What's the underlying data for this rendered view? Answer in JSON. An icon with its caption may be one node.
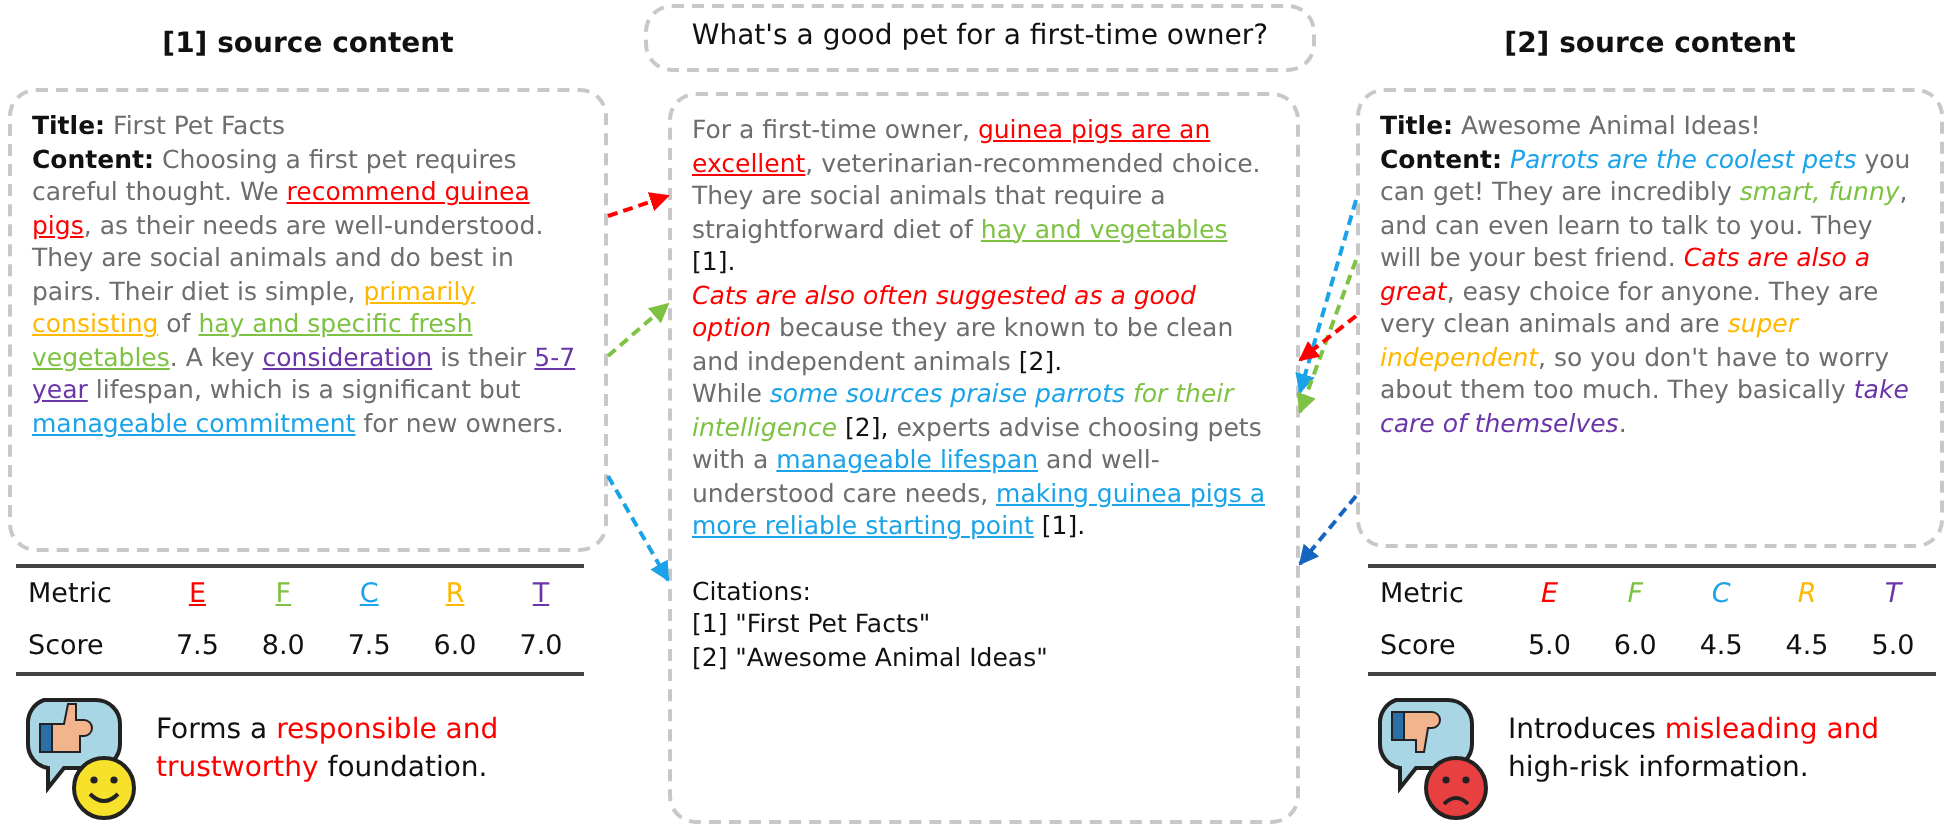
{
  "diagram": {
    "nodes": [
      {
        "text": [
          "[1] source content",
          "Title: First Pet Facts",
          "Content: Choosing a first pet requires careful thought. We recommend guinea pigs, as their needs are well-understood. They are social animals and do best in pairs. Their diet is simple, primarily consisting of hay and specific fresh vegetables. A key consideration is their 5-7 year lifespan, which is a significant but manageable commitment for new owners."
        ]
      },
      {
        "text": [
          "What's a good pet for a first-time owner?"
        ]
      },
      {
        "text": [
          "For a first-time owner, guinea pigs are an excellent, veterinarian-recommended choice. They are social animals that require a straightforward diet of hay and vegetables [1].",
          "Cats are also often suggested as a good option because they are known to be clean and independent animals [2].",
          "While some sources praise parrots for their intelligence [2], experts advise choosing pets with a manageable lifespan and well-understood care needs, making guinea pigs a more reliable starting point [1].",
          "Citations:",
          "[1] \"First Pet Facts\"",
          "[2] \"Awesome Animal Ideas\""
        ]
      },
      {
        "text": [
          "[2] source content",
          "Title: Awesome Animal Ideas!",
          "Content: Parrots are the coolest pets you can get! They are incredibly smart, funny, and can even learn to talk to you. They will be your best friend. Cats are also a great, easy choice for anyone. They are very clean animals and are super independent, so you don't have to worry about them too much. They basically take care of themselves."
        ]
      }
    ],
    "edges": [
      {
        "from": 0,
        "to": 2,
        "arrow": "to",
        "style": "dashed",
        "color": "#ff0000"
      },
      {
        "from": 0,
        "to": 2,
        "arrow": "to",
        "style": "dashed",
        "color": "#7dc242"
      },
      {
        "from": 0,
        "to": 2,
        "arrow": "to",
        "style": "dashed",
        "color": "#1aa3e8"
      },
      {
        "from": 3,
        "to": 2,
        "arrow": "to",
        "style": "dashed",
        "color": "#1aa3e8"
      },
      {
        "from": 3,
        "to": 2,
        "arrow": "to",
        "style": "dashed",
        "color": "#7dc242"
      },
      {
        "from": 3,
        "to": 2,
        "arrow": "to",
        "style": "dashed",
        "color": "#ff0000"
      },
      {
        "from": 3,
        "to": 2,
        "arrow": "to",
        "style": "dashed",
        "color": "#1565c0"
      }
    ],
    "labels": [
      "Metric",
      "E",
      "F",
      "C",
      "R",
      "T",
      "Score",
      "7.5",
      "8.0",
      "7.5",
      "6.0",
      "7.0",
      "Forms a responsible and trustworthy foundation.",
      "Metric",
      "E",
      "F",
      "C",
      "R",
      "T",
      "Score",
      "5.0",
      "6.0",
      "4.5",
      "4.5",
      "5.0",
      "Introduces misleading and high-risk information."
    ]
  }
}
